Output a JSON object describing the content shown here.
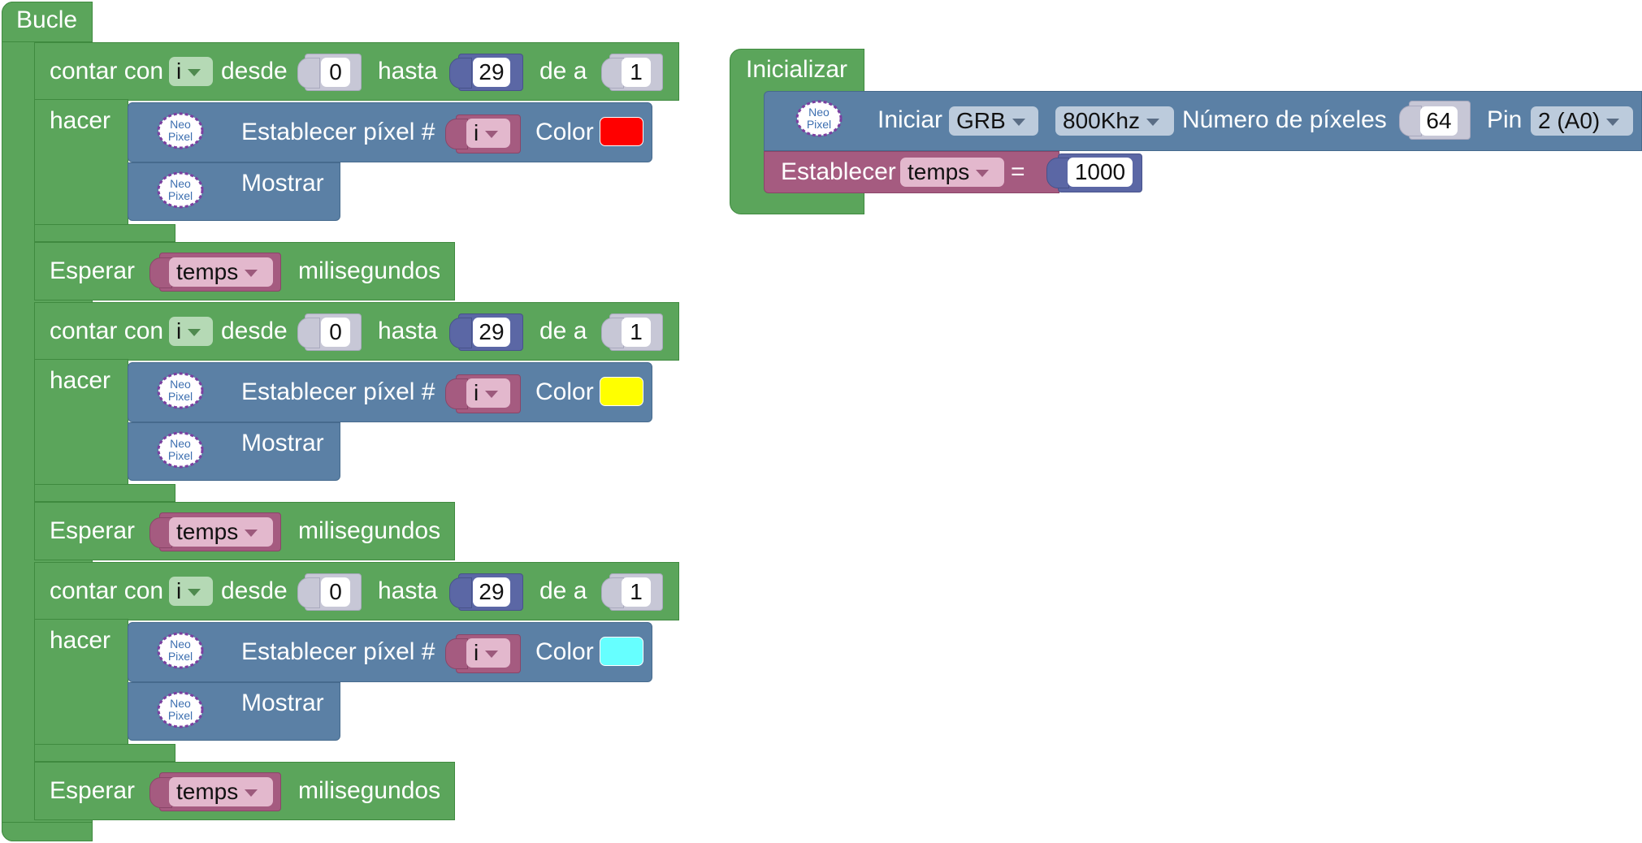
{
  "workspace": {
    "loop_block": {
      "title": "Bucle",
      "sections": [
        {
          "for": {
            "label_count": "contar con",
            "var": "i",
            "label_from": "desde",
            "from": "0",
            "label_to": "hasta",
            "to": "29",
            "label_by": "de a",
            "by": "1",
            "label_do": "hacer"
          },
          "set_pixel": {
            "label": "Establecer píxel #",
            "var": "i",
            "color_label": "Color",
            "color": "#ff0000"
          },
          "show": {
            "label": "Mostrar"
          },
          "wait": {
            "label": "Esperar",
            "var": "temps",
            "unit": "milisegundos"
          }
        },
        {
          "for": {
            "label_count": "contar con",
            "var": "i",
            "label_from": "desde",
            "from": "0",
            "label_to": "hasta",
            "to": "29",
            "label_by": "de a",
            "by": "1",
            "label_do": "hacer"
          },
          "set_pixel": {
            "label": "Establecer píxel #",
            "var": "i",
            "color_label": "Color",
            "color": "#ffff00"
          },
          "show": {
            "label": "Mostrar"
          },
          "wait": {
            "label": "Esperar",
            "var": "temps",
            "unit": "milisegundos"
          }
        },
        {
          "for": {
            "label_count": "contar con",
            "var": "i",
            "label_from": "desde",
            "from": "0",
            "label_to": "hasta",
            "to": "29",
            "label_by": "de a",
            "by": "1",
            "label_do": "hacer"
          },
          "set_pixel": {
            "label": "Establecer píxel #",
            "var": "i",
            "color_label": "Color",
            "color": "#66ffff"
          },
          "show": {
            "label": "Mostrar"
          },
          "wait": {
            "label": "Esperar",
            "var": "temps",
            "unit": "milisegundos"
          }
        }
      ]
    },
    "init_block": {
      "title": "Inicializar",
      "neopixel_init": {
        "label": "Iniciar",
        "order": "GRB",
        "freq": "800Khz",
        "pixels_label": "Número de píxeles",
        "pixels": "64",
        "pin_label": "Pin",
        "pin": "2 (A0)"
      },
      "set_var": {
        "label": "Establecer",
        "var": "temps",
        "eq": "=",
        "value": "1000"
      }
    },
    "colors": {
      "loop": "#5ba55b",
      "neopixel": "#5b80a5",
      "variable": "#a55b80",
      "math": "#5b67a5"
    },
    "icon_text": {
      "line1": "Neo",
      "line2": "Pixel"
    }
  }
}
